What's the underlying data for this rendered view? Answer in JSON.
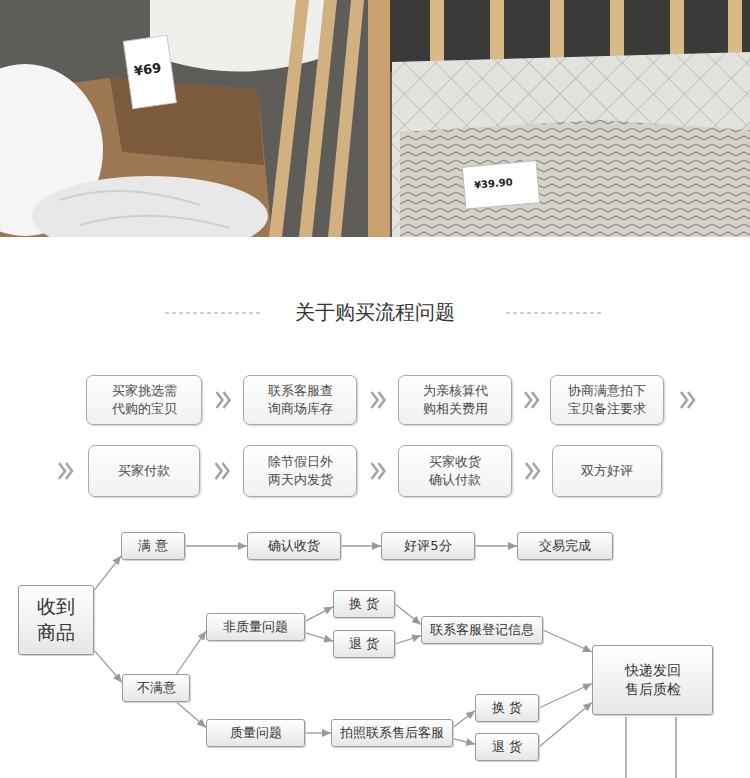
{
  "diagram": {
    "title": "关于购买流程问题",
    "nodes": [
      {
        "text": [
          "买家挑选需 代购的宝贝"
        ]
      },
      {
        "text": [
          "联系客服查 询商场库存"
        ]
      },
      {
        "text": [
          "为亲核算代 购相关费用"
        ]
      },
      {
        "text": [
          "协商满意拍下 宝贝备注要求"
        ]
      },
      {
        "text": [
          "买家付款"
        ]
      },
      {
        "text": [
          "除节假日外 两天内发货"
        ]
      },
      {
        "text": [
          "买家收货 确认付款"
        ]
      },
      {
        "text": [
          "双方好评"
        ]
      },
      {
        "text": [
          "满 意"
        ]
      },
      {
        "text": [
          "确认收货"
        ]
      },
      {
        "text": [
          "好评5分"
        ]
      },
      {
        "text": [
          "交易完成"
        ]
      },
      {
        "text": [
          "收到 商品"
        ]
      },
      {
        "text": [
          "非质量问题"
        ]
      },
      {
        "text": [
          "换 货"
        ]
      },
      {
        "text": [
          "联系客服登记信息"
        ]
      },
      {
        "text": [
          "退 货"
        ]
      },
      {
        "text": [
          "快递发回 售后质检"
        ]
      },
      {
        "text": [
          "不满意"
        ]
      },
      {
        "text": [
          "质量问题"
        ]
      },
      {
        "text": [
          "拍照联系售后客服"
        ]
      },
      {
        "text": [
          "换 货"
        ]
      },
      {
        "text": [
          "退 货"
        ]
      }
    ],
    "edges": [
      {
        "from": 0,
        "to": 1,
        "arrow": "to"
      },
      {
        "from": 1,
        "to": 2,
        "arrow": "to"
      },
      {
        "from": 2,
        "to": 3,
        "arrow": "to"
      },
      {
        "from": 3,
        "to": 4,
        "arrow": "to"
      },
      {
        "from": 4,
        "to": 5,
        "arrow": "to"
      },
      {
        "from": 5,
        "to": 6,
        "arrow": "to"
      },
      {
        "from": 6,
        "to": 7,
        "arrow": "to"
      },
      {
        "from": 12,
        "to": 8,
        "arrow": "to"
      },
      {
        "from": 8,
        "to": 9,
        "arrow": "to"
      },
      {
        "from": 9,
        "to": 10,
        "arrow": "to"
      },
      {
        "from": 10,
        "to": 11,
        "arrow": "to"
      },
      {
        "from": 12,
        "to": 18,
        "arrow": "to"
      },
      {
        "from": 18,
        "to": 13,
        "arrow": "to"
      },
      {
        "from": 18,
        "to": 19,
        "arrow": "to"
      },
      {
        "from": 13,
        "to": 14,
        "arrow": "to"
      },
      {
        "from": 13,
        "to": 16,
        "arrow": "to"
      },
      {
        "from": 14,
        "to": 15,
        "arrow": "to"
      },
      {
        "from": 16,
        "to": 15,
        "arrow": "to"
      },
      {
        "from": 15,
        "to": 17,
        "arrow": "to"
      },
      {
        "from": 19,
        "to": 20,
        "arrow": "to"
      },
      {
        "from": 20,
        "to": 21,
        "arrow": "to"
      },
      {
        "from": 20,
        "to": 22,
        "arrow": "to"
      },
      {
        "from": 21,
        "to": 17,
        "arrow": "to"
      },
      {
        "from": 22,
        "to": 17,
        "arrow": "to"
      }
    ],
    "labels": [
      "¥69",
      "¥39.90"
    ]
  }
}
